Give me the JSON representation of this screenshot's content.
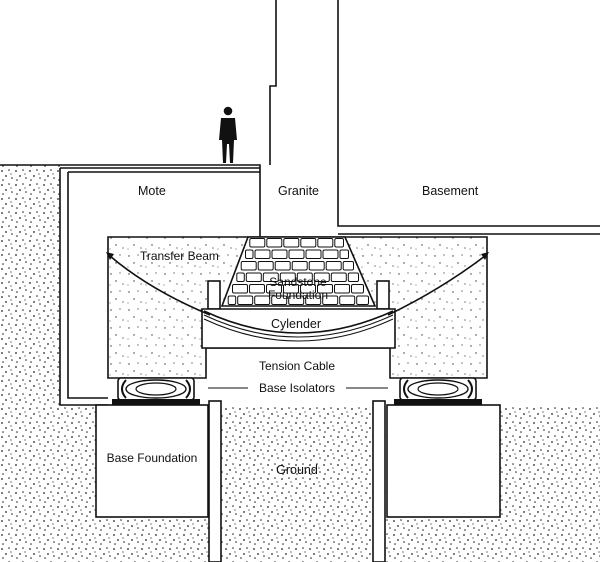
{
  "labels": {
    "mote": "Mote",
    "granite": "Granite",
    "basement": "Basement",
    "transfer_beam": "Transfer Beam",
    "sandstone_line1": "Sandstone",
    "sandstone_line2": "Foundation",
    "cylinder": "Cylender",
    "tension_cable": "Tension Cable",
    "base_isolators": "Base Isolators",
    "base_foundation": "Base Foundation",
    "ground": "Ground"
  },
  "icons": {
    "person": "person-silhouette-icon"
  }
}
